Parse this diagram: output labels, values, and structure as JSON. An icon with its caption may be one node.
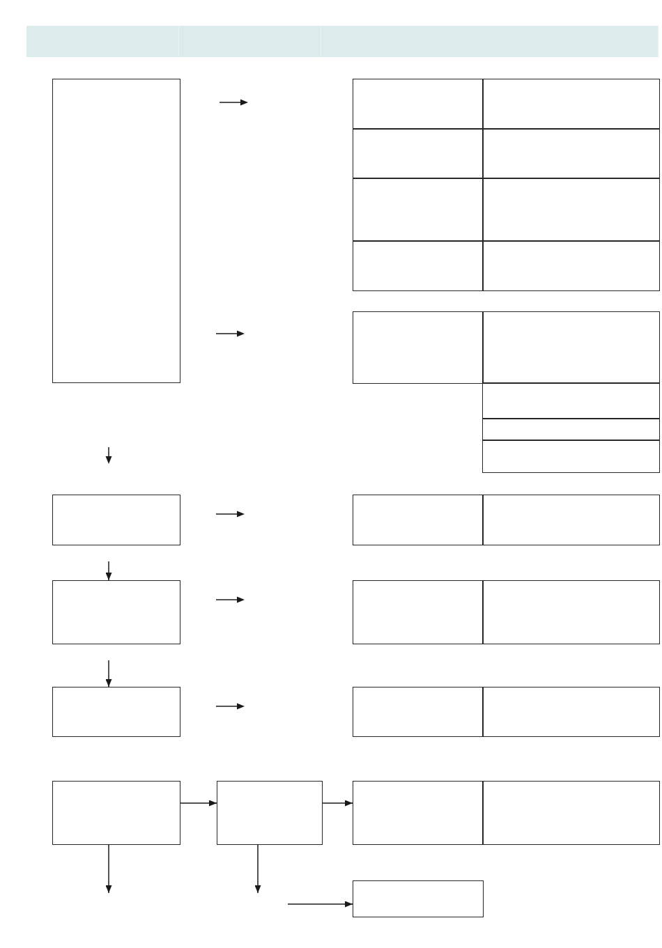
{
  "diagram": {
    "nodes": [
      {
        "text": [],
        "shape": "band"
      },
      {
        "text": [],
        "shape": "band"
      },
      {
        "text": [],
        "shape": "band"
      },
      {
        "text": [],
        "shape": "box"
      },
      {
        "text": [],
        "shape": "box"
      },
      {
        "text": [],
        "shape": "box"
      },
      {
        "text": [],
        "shape": "box"
      },
      {
        "text": [],
        "shape": "box"
      },
      {
        "text": [],
        "shape": "box"
      },
      {
        "text": [],
        "shape": "box"
      },
      {
        "text": [],
        "shape": "box"
      },
      {
        "text": [],
        "shape": "box"
      },
      {
        "text": [],
        "shape": "box"
      },
      {
        "text": [],
        "shape": "box"
      },
      {
        "text": [],
        "shape": "box"
      },
      {
        "text": [],
        "shape": "box"
      },
      {
        "text": [],
        "shape": "box"
      },
      {
        "text": [],
        "shape": "box"
      },
      {
        "text": [],
        "shape": "box"
      },
      {
        "text": [],
        "shape": "box"
      },
      {
        "text": [],
        "shape": "box"
      },
      {
        "text": [],
        "shape": "box"
      },
      {
        "text": [],
        "shape": "box"
      },
      {
        "text": [],
        "shape": "box"
      },
      {
        "text": [],
        "shape": "box"
      },
      {
        "text": [],
        "shape": "box"
      },
      {
        "text": [],
        "shape": "box"
      },
      {
        "text": [],
        "shape": "box"
      },
      {
        "text": [],
        "shape": "box"
      },
      {
        "text": [],
        "shape": "box"
      },
      {
        "text": [],
        "shape": "box"
      }
    ],
    "edges": [
      {
        "from": null,
        "to": 20,
        "arrow": "to"
      },
      {
        "from": null,
        "to": 23,
        "arrow": "to"
      },
      {
        "from": 26,
        "to": 27,
        "arrow": "to"
      },
      {
        "from": 27,
        "to": 28,
        "arrow": "to"
      },
      {
        "from": 26,
        "to": null,
        "arrow": "to"
      },
      {
        "from": 27,
        "to": null,
        "arrow": "to"
      },
      {
        "from": null,
        "to": 30,
        "arrow": "to"
      }
    ]
  }
}
